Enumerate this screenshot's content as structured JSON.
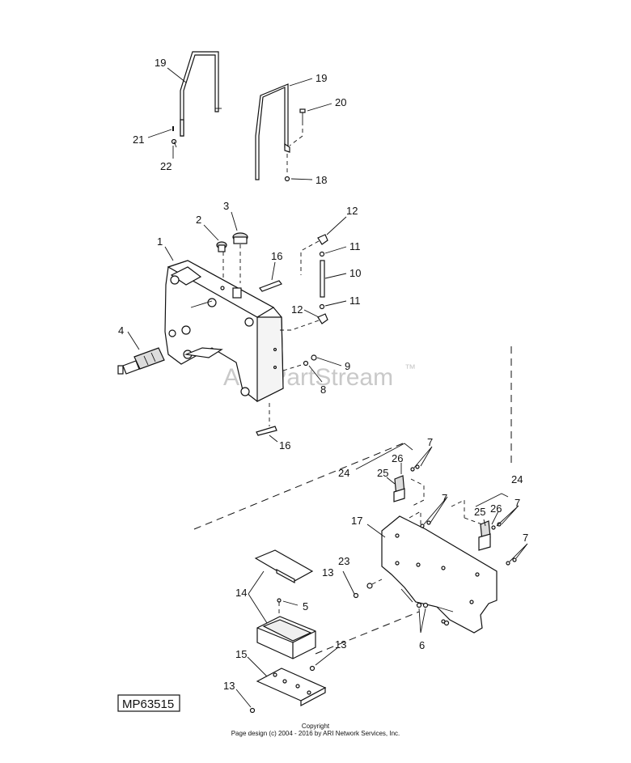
{
  "diagram": {
    "reference_code": "MP63515",
    "watermark": "ARI PartStream",
    "trademark": "™",
    "copyright_title": "Copyright",
    "copyright_line": "Page design (c) 2004 - 2016 by ARI Network Services, Inc.",
    "callouts": [
      {
        "id": "c19a",
        "label": "19"
      },
      {
        "id": "c19b",
        "label": "19"
      },
      {
        "id": "c20",
        "label": "20"
      },
      {
        "id": "c21",
        "label": "21"
      },
      {
        "id": "c22",
        "label": "22"
      },
      {
        "id": "c18",
        "label": "18"
      },
      {
        "id": "c3",
        "label": "3"
      },
      {
        "id": "c2",
        "label": "2"
      },
      {
        "id": "c12a",
        "label": "12"
      },
      {
        "id": "c1",
        "label": "1"
      },
      {
        "id": "c16a",
        "label": "16"
      },
      {
        "id": "c11a",
        "label": "11"
      },
      {
        "id": "c10",
        "label": "10"
      },
      {
        "id": "c11b",
        "label": "11"
      },
      {
        "id": "c12b",
        "label": "12"
      },
      {
        "id": "c4",
        "label": "4"
      },
      {
        "id": "c9",
        "label": "9"
      },
      {
        "id": "c8",
        "label": "8"
      },
      {
        "id": "c16b",
        "label": "16"
      },
      {
        "id": "c7a",
        "label": "7"
      },
      {
        "id": "c26a",
        "label": "26"
      },
      {
        "id": "c24a",
        "label": "24"
      },
      {
        "id": "c25a",
        "label": "25"
      },
      {
        "id": "c24b",
        "label": "24"
      },
      {
        "id": "c7b",
        "label": "7"
      },
      {
        "id": "c25b",
        "label": "25"
      },
      {
        "id": "c26b",
        "label": "26"
      },
      {
        "id": "c7c",
        "label": "7"
      },
      {
        "id": "c17",
        "label": "17"
      },
      {
        "id": "c7d",
        "label": "7"
      },
      {
        "id": "c23",
        "label": "23"
      },
      {
        "id": "c13a",
        "label": "13"
      },
      {
        "id": "c14",
        "label": "14"
      },
      {
        "id": "c5",
        "label": "5"
      },
      {
        "id": "c6",
        "label": "6"
      },
      {
        "id": "c15",
        "label": "15"
      },
      {
        "id": "c13b",
        "label": "13"
      },
      {
        "id": "c13c",
        "label": "13"
      }
    ]
  }
}
